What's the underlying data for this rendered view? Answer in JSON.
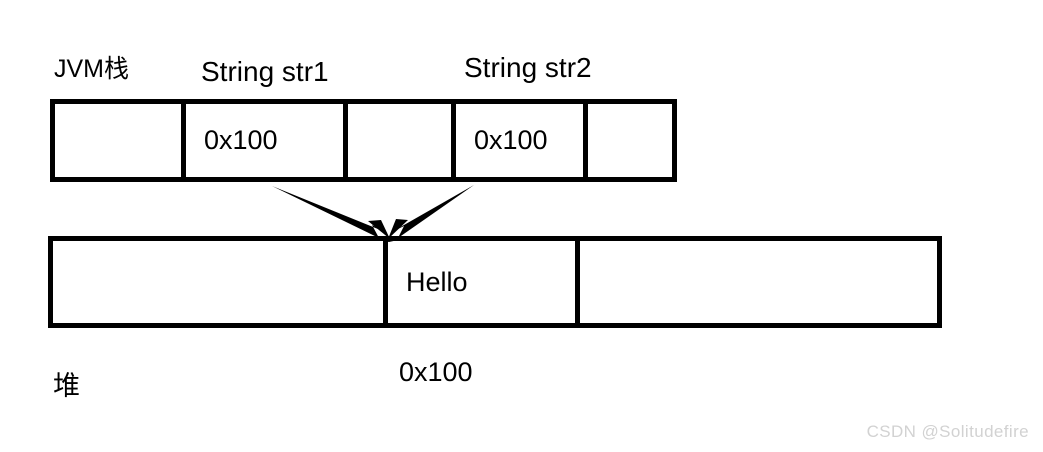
{
  "diagram": {
    "title_labels": {
      "jvm_stack": "JVM栈",
      "heap": "堆",
      "str1": "String str1",
      "str2": "String str2",
      "heap_address": "0x100"
    },
    "stack": {
      "name": "JVM栈",
      "cells": [
        {
          "value": "",
          "label": ""
        },
        {
          "value": "0x100",
          "label": "String str1"
        },
        {
          "value": "",
          "label": ""
        },
        {
          "value": "0x100",
          "label": "String str2"
        },
        {
          "value": "",
          "label": ""
        }
      ]
    },
    "heap": {
      "name": "堆",
      "address": "0x100",
      "cells": [
        {
          "value": ""
        },
        {
          "value": "Hello"
        },
        {
          "value": ""
        }
      ]
    },
    "arrows": [
      {
        "from": "String str1 cell",
        "to": "Hello object"
      },
      {
        "from": "String str2 cell",
        "to": "Hello object"
      }
    ]
  },
  "watermark": {
    "text": "CSDN @Solitudefire"
  },
  "colors": {
    "stroke": "#000000",
    "background": "#ffffff",
    "watermark": "#d2d2d2"
  }
}
